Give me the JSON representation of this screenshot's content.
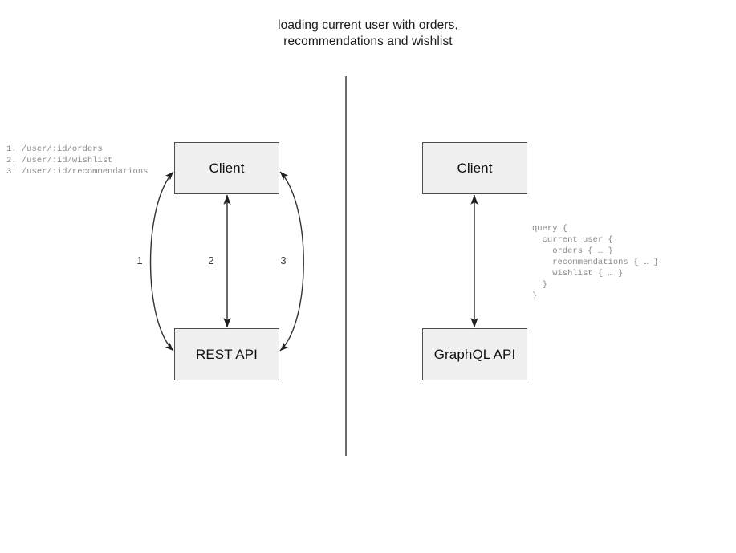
{
  "title": {
    "line1": "loading current user with orders,",
    "line2": "recommendations and wishlist"
  },
  "divider": {
    "orientation": "vertical"
  },
  "rest_panel": {
    "client_node": "Client",
    "api_node": "REST API",
    "connector_labels": [
      "1",
      "2",
      "3"
    ],
    "endpoints_text": "1. /user/:id/orders\n2. /user/:id/wishlist\n3. /user/:id/recommendations",
    "endpoints_list": [
      "1. /user/:id/orders",
      "2. /user/:id/wishlist",
      "3. /user/:id/recommendations"
    ]
  },
  "graphql_panel": {
    "client_node": "Client",
    "api_node": "GraphQL API",
    "query_text": "query {\n  current_user {\n    orders { … }\n    recommendations { … }\n    wishlist { … }\n  }\n}",
    "query_lines": [
      "query {",
      "  current_user {",
      "    orders { … }",
      "    recommendations { … }",
      "    wishlist { … }",
      "  }",
      "}"
    ]
  },
  "colors": {
    "node_fill": "#f0f0f0",
    "node_border": "#4d4d4d",
    "stroke": "#333333",
    "divider": "#6b6b6b",
    "mono_text": "#8a8a8a",
    "title_text": "#1a1a1a"
  }
}
